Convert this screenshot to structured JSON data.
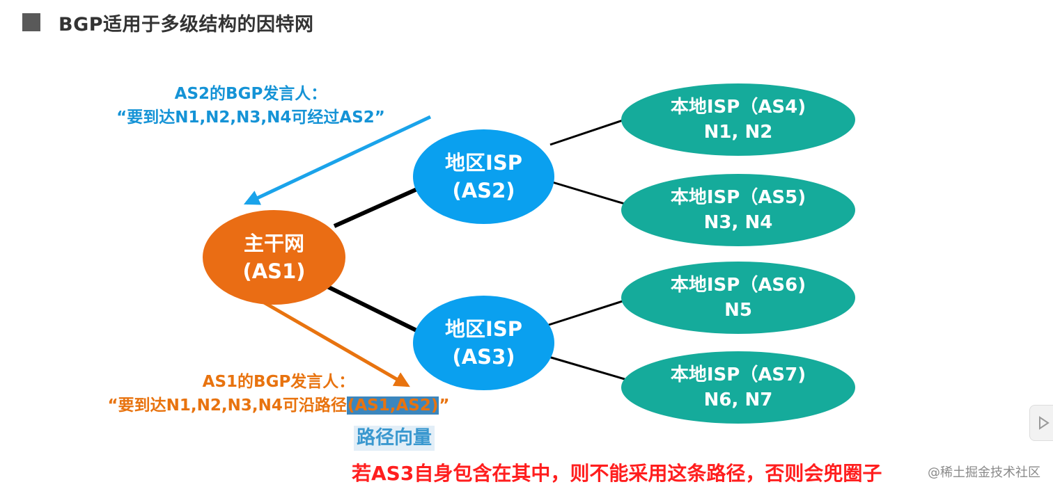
{
  "slide": {
    "title": "BGP适用于多级结构的因特网"
  },
  "nodes": {
    "backbone": {
      "line1": "主干网",
      "line2": "(AS1)"
    },
    "regional_as2": {
      "line1": "地区ISP",
      "line2": "(AS2)"
    },
    "regional_as3": {
      "line1": "地区ISP",
      "line2": "(AS3)"
    },
    "local_as4": {
      "line1": "本地ISP（AS4)",
      "line2": "N1, N2"
    },
    "local_as5": {
      "line1": "本地ISP（AS5)",
      "line2": "N3, N4"
    },
    "local_as6": {
      "line1": "本地ISP（AS6)",
      "line2": "N5"
    },
    "local_as7": {
      "line1": "本地ISP（AS7)",
      "line2": "N6, N7"
    }
  },
  "annotations": {
    "as2_speaker": {
      "line1": "AS2的BGP发言人：",
      "line2": "“要到达N1,N2,N3,N4可经过AS2”"
    },
    "as1_speaker": {
      "line1": "AS1的BGP发言人：",
      "line2_prefix": "“要到达N1,N2,N3,N4可沿路径",
      "line2_path": "(AS1,AS2)",
      "line2_suffix": "”"
    },
    "path_vector": "路径向量",
    "warning": "若AS3自身包含在其中，则不能采用这条路径，否则会兜圈子",
    "watermark": "@稀土掘金技术社区"
  },
  "colors": {
    "backbone": "#ea6d14",
    "regional": "#0aa0ef",
    "local": "#15ab9b",
    "as2_arrow": "#1aa3ea",
    "as1_arrow": "#e8730f",
    "warning": "#ff1e1e"
  },
  "icons": {
    "title_marker": "square-bullet-icon",
    "play": "play-icon"
  }
}
